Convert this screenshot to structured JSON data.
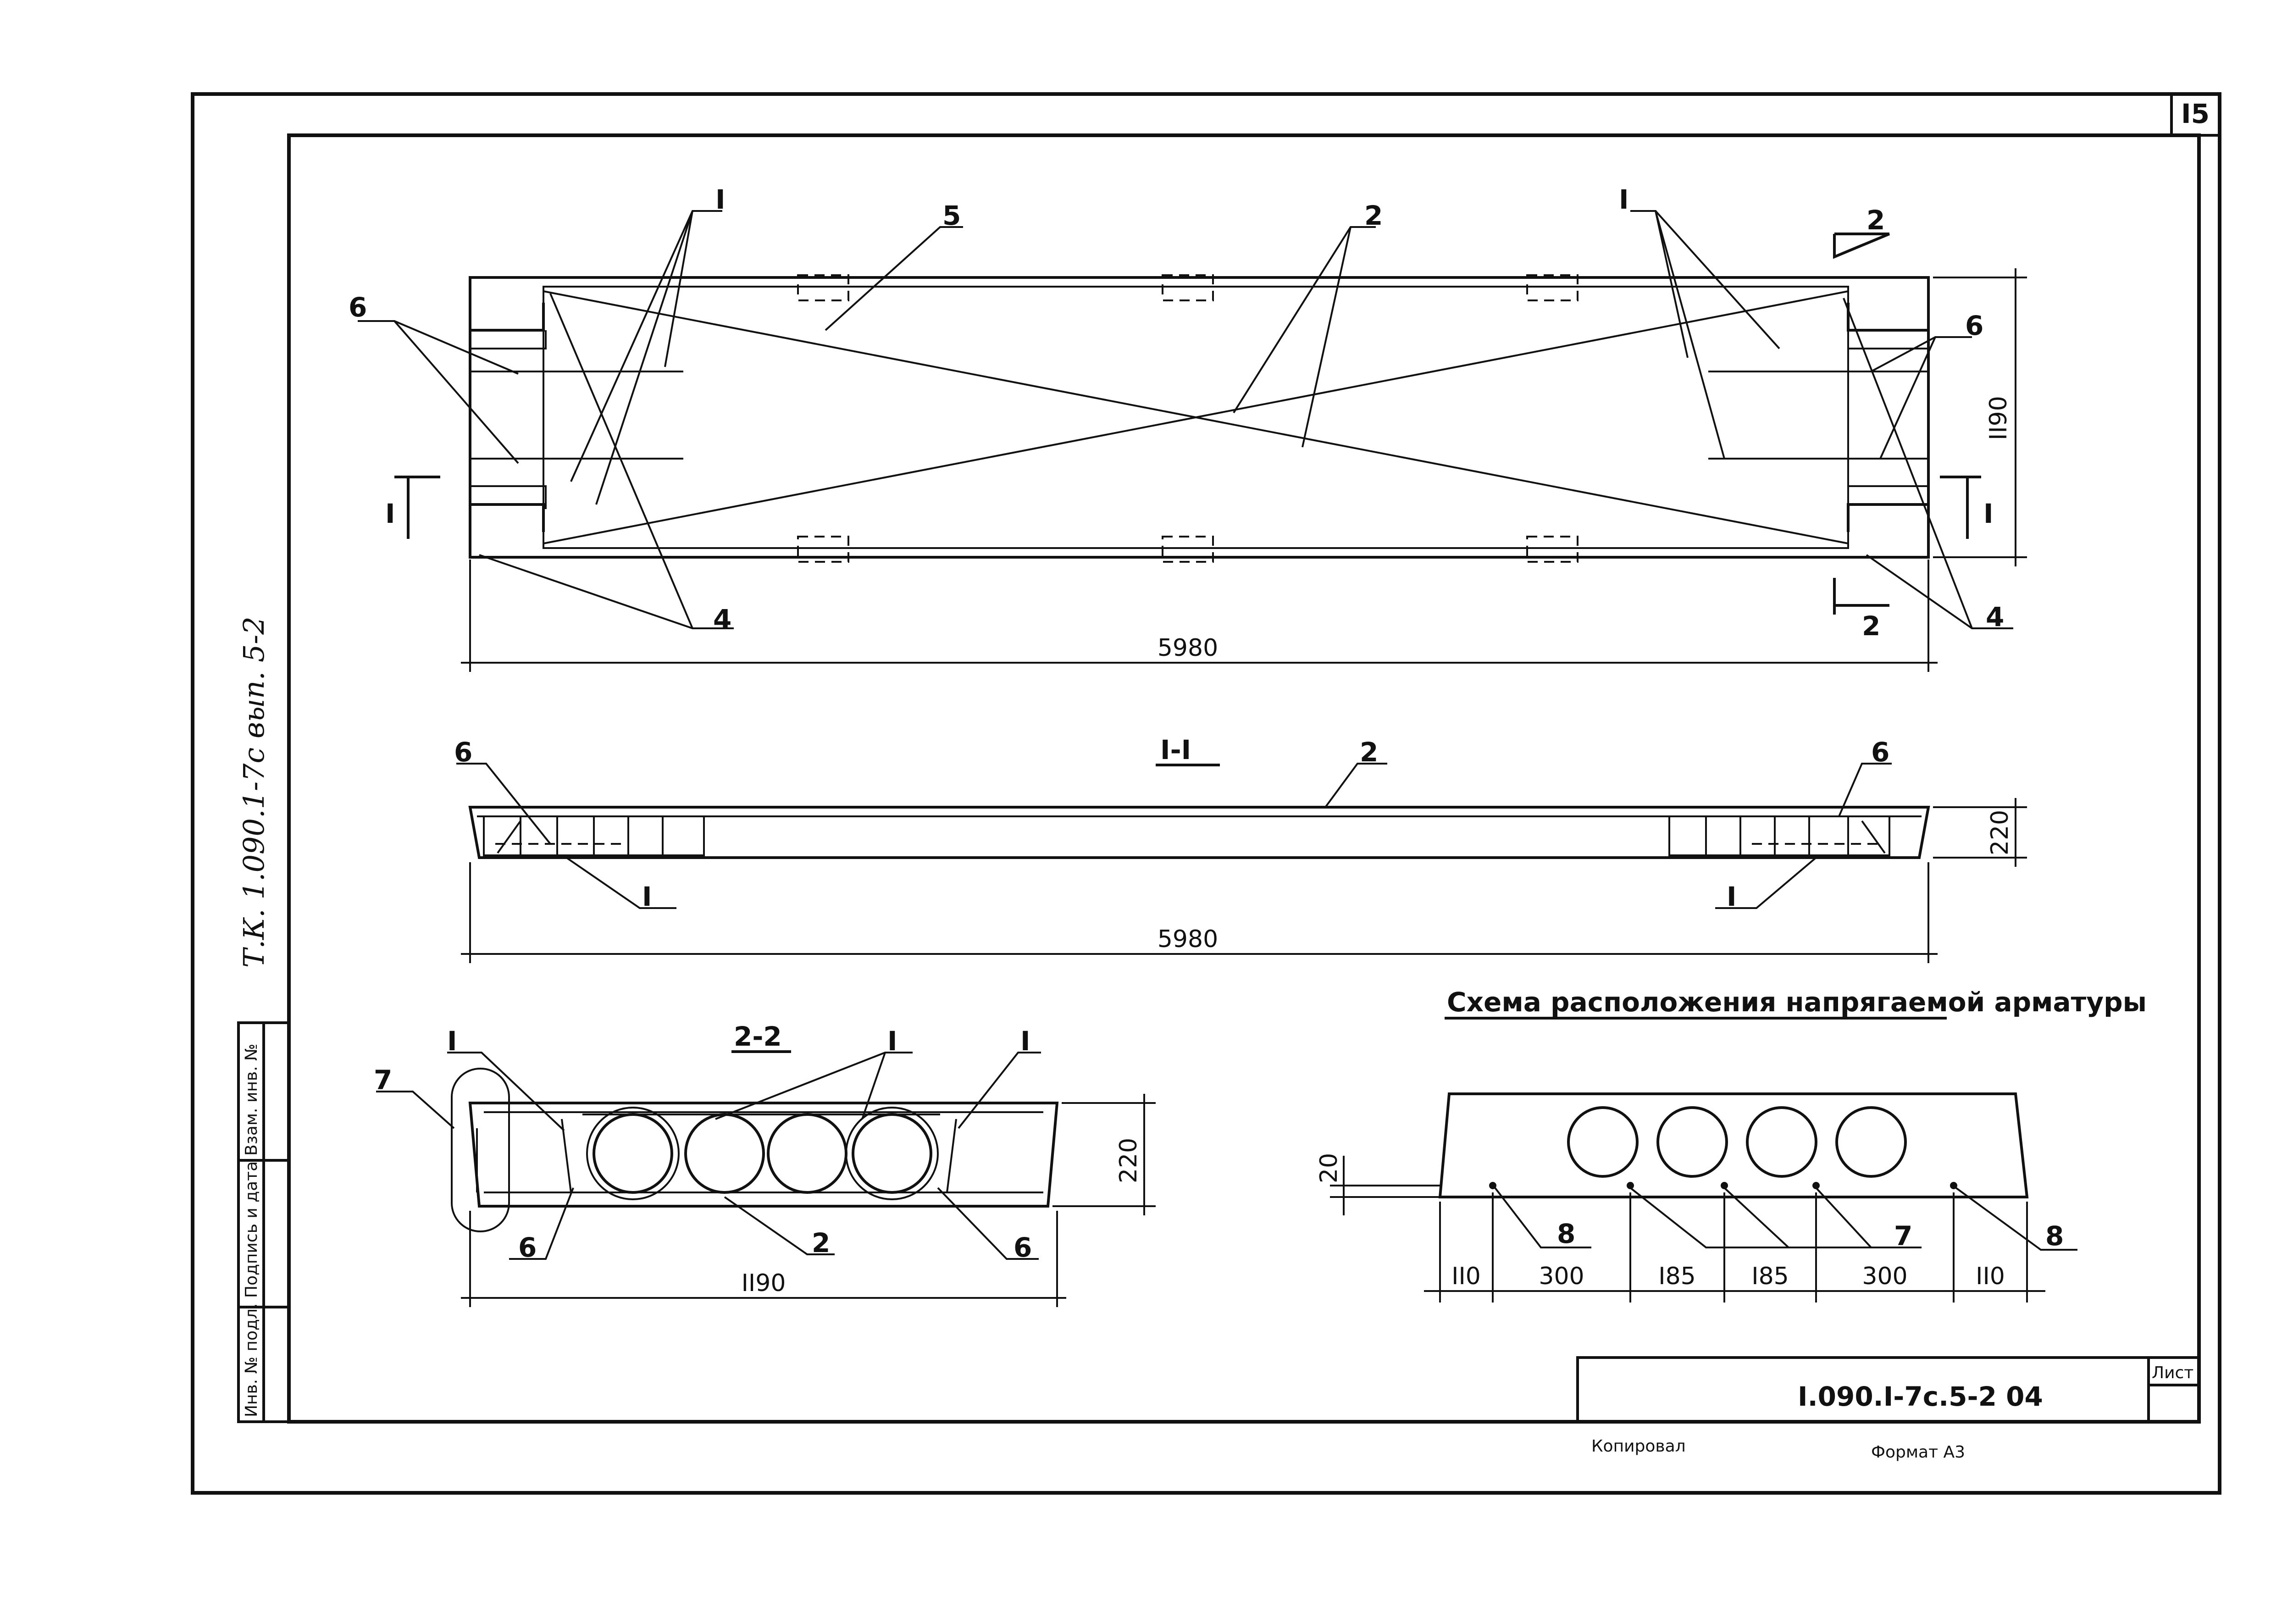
{
  "sheet_number": "I5",
  "side_label": "Т.К.   1.090.1-7с   вып. 5-2",
  "stamp_columns": [
    "Инв. № подл.",
    "Подпись и дата",
    "Взам. инв. №"
  ],
  "title_block": {
    "code": "I.090.I-7c.5-2 04",
    "sheet_label": "Лист"
  },
  "footer": {
    "copied": "Копировал",
    "format": "Формат А3"
  },
  "plan_view": {
    "labels": {
      "l1": "I",
      "l2": "2",
      "l4": "4",
      "l5": "5",
      "l6": "6",
      "r1": "I",
      "r4": "4",
      "r6": "6"
    },
    "length_dim": "5980",
    "width_dim": "II90",
    "section_marks": {
      "a": "I",
      "b": "I",
      "c": "2",
      "d": "2"
    }
  },
  "section_1_1": {
    "title": "I-I",
    "labels": {
      "l6": "6",
      "l2": "2",
      "r6": "6",
      "l1": "I",
      "r1": "I"
    },
    "height_dim": "220",
    "length_dim": "5980"
  },
  "section_2_2": {
    "title": "2-2",
    "labels": {
      "a": "I",
      "b": "I",
      "c": "I",
      "l7": "7",
      "l6": "6",
      "r6": "6",
      "l2": "2"
    },
    "height_dim": "220",
    "width_dim": "II90"
  },
  "scheme": {
    "title": "Схема расположения напрягаемой арматуры",
    "cover_dim": "20",
    "labels": {
      "l8": "8",
      "l7": "7",
      "r8": "8"
    },
    "spacing": [
      "II0",
      "300",
      "I85",
      "I85",
      "300",
      "II0"
    ]
  }
}
